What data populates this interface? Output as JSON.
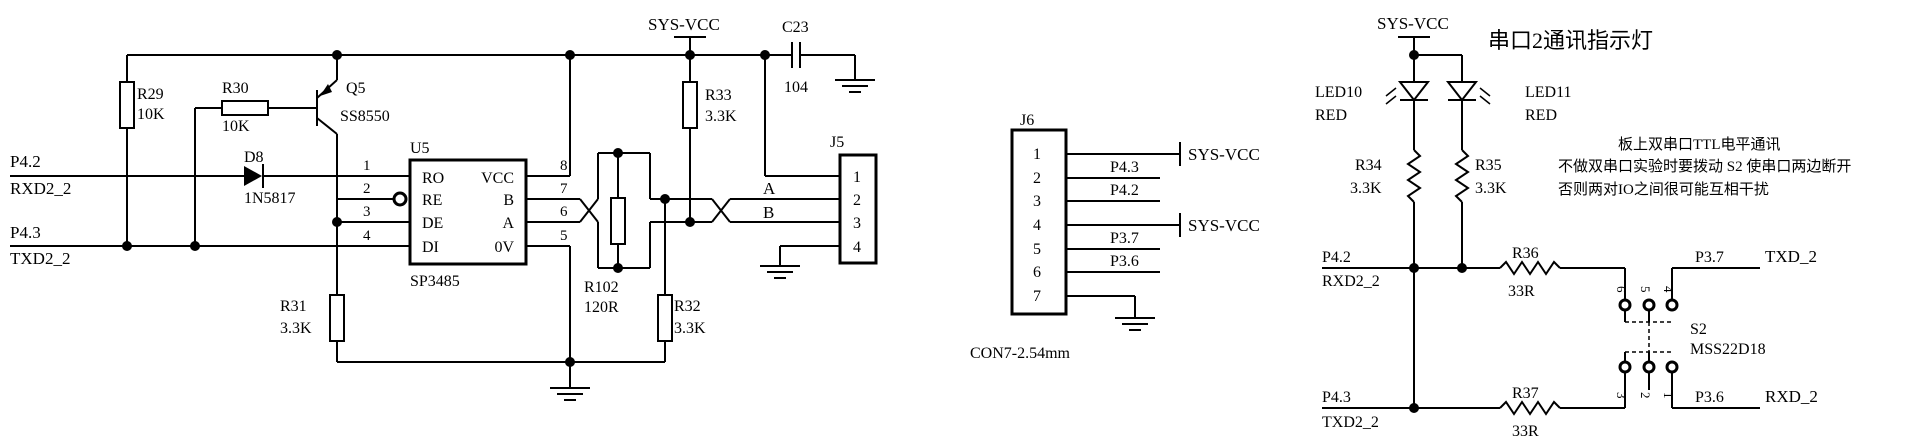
{
  "left_circuit": {
    "sys_vcc": "SYS-VCC",
    "c23": {
      "ref": "C23",
      "value": "104"
    },
    "r29": {
      "ref": "R29",
      "value": "10K"
    },
    "r30": {
      "ref": "R30",
      "value": "10K"
    },
    "q5": {
      "ref": "Q5",
      "part": "SS8550"
    },
    "d8": {
      "ref": "D8",
      "part": "1N5817"
    },
    "u5": {
      "ref": "U5",
      "part": "SP3485",
      "left_pins": [
        "RO",
        "RE",
        "DE",
        "DI"
      ],
      "left_nums": [
        "1",
        "2",
        "3",
        "4"
      ],
      "right_pins": [
        "VCC",
        "B",
        "A",
        "0V"
      ],
      "right_nums": [
        "8",
        "7",
        "6",
        "5"
      ]
    },
    "r33": {
      "ref": "R33",
      "value": "3.3K"
    },
    "r31": {
      "ref": "R31",
      "value": "3.3K"
    },
    "r32": {
      "ref": "R32",
      "value": "3.3K"
    },
    "r102": {
      "ref": "R102",
      "value": "120R"
    },
    "j5": {
      "ref": "J5",
      "pins": [
        "1",
        "2",
        "3",
        "4"
      ]
    },
    "bus_a": "A",
    "bus_b": "B",
    "p42": "P4.2",
    "rxd": "RXD2_2",
    "p43": "P4.3",
    "txd": "TXD2_2"
  },
  "connector": {
    "ref": "J6",
    "pins": [
      "1",
      "2",
      "3",
      "4",
      "5",
      "6",
      "7"
    ],
    "nets": [
      "",
      "P4.3",
      "P4.2",
      "",
      "P3.7",
      "P3.6",
      ""
    ],
    "vcc1": "SYS-VCC",
    "vcc4": "SYS-VCC",
    "part": "CON7-2.54mm"
  },
  "right_circuit": {
    "title": "串口2通讯指示灯",
    "sys_vcc": "SYS-VCC",
    "led10": {
      "ref": "LED10",
      "color": "RED"
    },
    "led11": {
      "ref": "LED11",
      "color": "RED"
    },
    "r34": {
      "ref": "R34",
      "value": "3.3K"
    },
    "r35": {
      "ref": "R35",
      "value": "3.3K"
    },
    "r36": {
      "ref": "R36",
      "value": "33R"
    },
    "r37": {
      "ref": "R37",
      "value": "33R"
    },
    "note": [
      "板上双串口TTL电平通讯",
      "不做双串口实验时要拨动 S2 使串口两边断开",
      "否则两对IO之间很可能互相干扰"
    ],
    "s2": {
      "ref": "S2",
      "part": "MSS22D18",
      "top_nums": [
        "6",
        "5",
        "4"
      ],
      "bottom_nums": [
        "3",
        "2",
        "1"
      ]
    },
    "p42": "P4.2",
    "rxd": "RXD2_2",
    "p43": "P4.3",
    "txd": "TXD2_2",
    "p37": "P3.7",
    "txd_out": "TXD_2",
    "p36": "P3.6",
    "rxd_out": "RXD_2"
  }
}
